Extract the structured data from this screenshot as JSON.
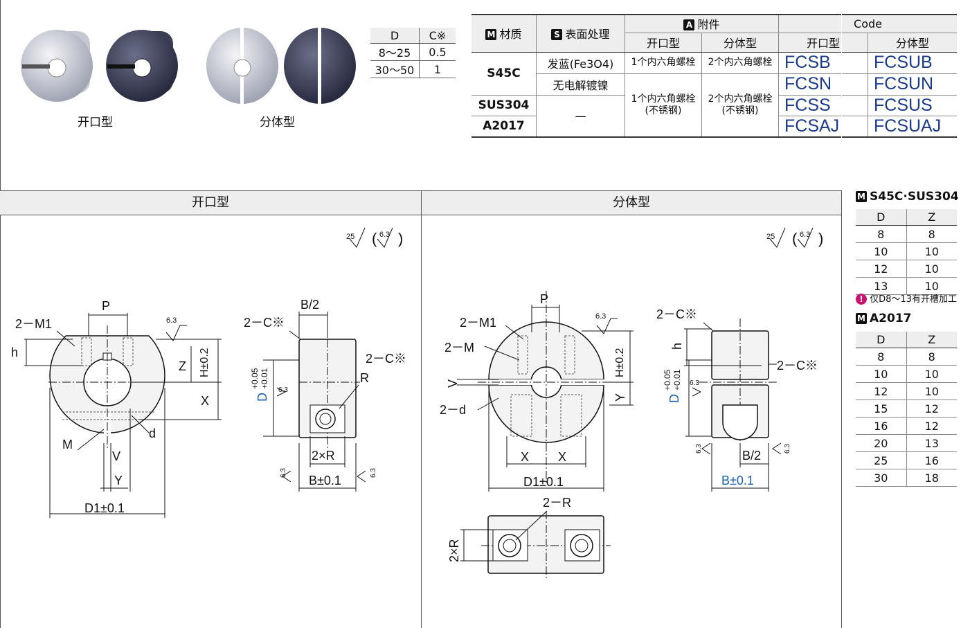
{
  "photos": {
    "open_caption": "开口型",
    "split_caption": "分体型"
  },
  "cd_table": {
    "headers": [
      "D",
      "C※"
    ],
    "rows": [
      [
        "8～25",
        "0.5"
      ],
      [
        "30～50",
        "1"
      ]
    ]
  },
  "spec": {
    "material_chip": "M",
    "material": "材质",
    "surface_chip": "S",
    "surface": "表面处理",
    "accessory_chip": "A",
    "accessory": "附件",
    "code": "Code",
    "open_type": "开口型",
    "split_type": "分体型",
    "rows": [
      {
        "material": "S45C",
        "surface": "发蓝(Fe3O4)",
        "acc_open": "1个内六角螺栓",
        "acc_split": "2个内六角螺栓",
        "code_open": "FCSB",
        "code_split": "FCSUB"
      },
      {
        "surface": "无电解镀镍",
        "acc_open": "1个内六角螺栓",
        "acc_open2": "(不锈钢)",
        "acc_split": "2个内六角螺栓",
        "acc_split2": "(不锈钢)",
        "code_open": "FCSN",
        "code_split": "FCSUN"
      },
      {
        "material": "SUS304",
        "surface": "—",
        "code_open": "FCSS",
        "code_split": "FCSUS"
      },
      {
        "material": "A2017",
        "code_open": "FCSAJ",
        "code_split": "FCSUAJ"
      }
    ]
  },
  "sections": {
    "open": "开口型",
    "split": "分体型"
  },
  "roughness": {
    "main": "25",
    "alt": "6.3",
    "local": "6.3"
  },
  "drawing_labels": {
    "P": "P",
    "M1": "2－M1",
    "h": "h",
    "Z": "Z",
    "H": "H±0.2",
    "X": "X",
    "M": "M",
    "d": "d",
    "V": "V",
    "Y": "Y",
    "D1": "D1±0.1",
    "B2": "B/2",
    "C2": "2－C※",
    "R": "R",
    "D": "D",
    "Dtol_up": "+0.05",
    "Dtol_dn": "+0.01",
    "twoR": "2×R",
    "B": "B±0.1",
    "M2": "2－M",
    "d2": "2－d",
    "R2": "2－R"
  },
  "right": {
    "t1_chip": "M",
    "t1_title": "S45C·SUS304",
    "headers": [
      "D",
      "Z"
    ],
    "t1_rows": [
      [
        "8",
        "8"
      ],
      [
        "10",
        "10"
      ],
      [
        "12",
        "10"
      ],
      [
        "13",
        "10"
      ]
    ],
    "note": "仅D8～13有开槽加工",
    "t2_chip": "M",
    "t2_title": "A2017",
    "t2_rows": [
      [
        "8",
        "8"
      ],
      [
        "10",
        "10"
      ],
      [
        "12",
        "10"
      ],
      [
        "15",
        "12"
      ],
      [
        "16",
        "12"
      ],
      [
        "20",
        "13"
      ],
      [
        "25",
        "16"
      ],
      [
        "30",
        "18"
      ]
    ]
  }
}
